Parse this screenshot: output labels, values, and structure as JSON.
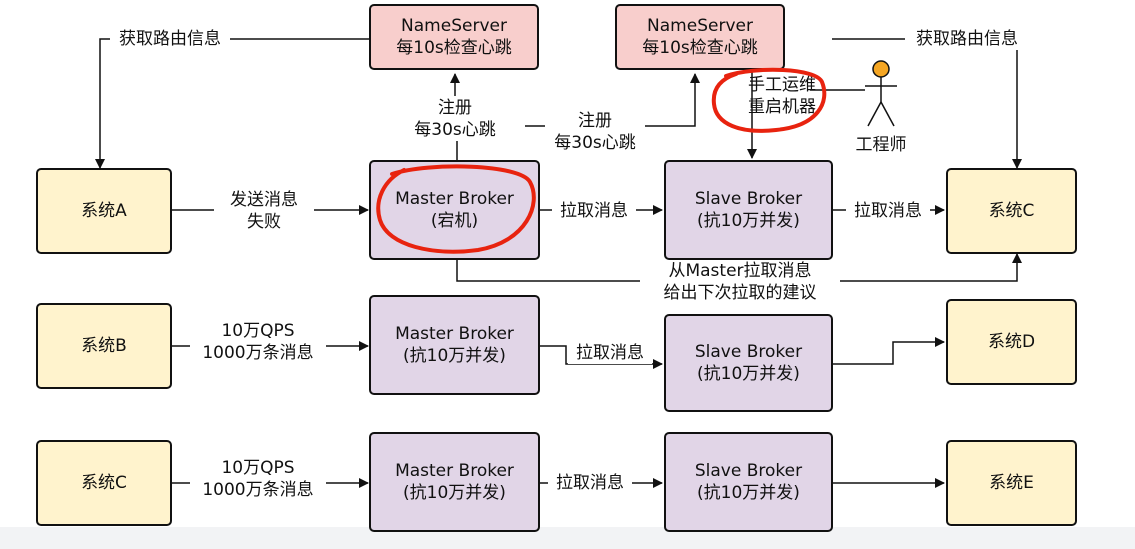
{
  "nameservers": [
    {
      "title": "NameServer",
      "subtitle": "每10s检查心跳"
    },
    {
      "title": "NameServer",
      "subtitle": "每10s检查心跳"
    }
  ],
  "systems": {
    "a": "系统A",
    "b": "系统B",
    "c_left": "系统C",
    "c_right": "系统C",
    "d": "系统D",
    "e": "系统E"
  },
  "brokers": {
    "row1_master": {
      "title": "Master Broker",
      "subtitle": "(宕机)"
    },
    "row1_slave": {
      "title": "Slave Broker",
      "subtitle": "(抗10万并发)"
    },
    "row2_master": {
      "title": "Master Broker",
      "subtitle": "(抗10万并发)"
    },
    "row2_slave": {
      "title": "Slave Broker",
      "subtitle": "(抗10万并发)"
    },
    "row3_master": {
      "title": "Master Broker",
      "subtitle": "(抗10万并发)"
    },
    "row3_slave": {
      "title": "Slave Broker",
      "subtitle": "(抗10万并发)"
    }
  },
  "labels": {
    "get_route_left": "获取路由信息",
    "get_route_right": "获取路由信息",
    "register_left": [
      "注册",
      "每30s心跳"
    ],
    "register_right": [
      "注册",
      "每30s心跳"
    ],
    "manual_ops": [
      "手工运维",
      "重启机器"
    ],
    "engineer": "工程师",
    "send_fail": [
      "发送消息",
      "失败"
    ],
    "pull_row1_a": "拉取消息",
    "pull_row1_b": "拉取消息",
    "pull_from_master": [
      "从Master拉取消息",
      "给出下次拉取的建议"
    ],
    "qps_row2": [
      "10万QPS",
      "1000万条消息"
    ],
    "pull_row2": "拉取消息",
    "qps_row3": [
      "10万QPS",
      "1000万条消息"
    ],
    "pull_row3": "拉取消息"
  },
  "colors": {
    "system_fill": "#fff3cd",
    "broker_fill": "#e1d5e7",
    "nameserver_fill": "#f8cecc",
    "highlight": "#e8230f",
    "engineer_head": "#f5a623"
  }
}
